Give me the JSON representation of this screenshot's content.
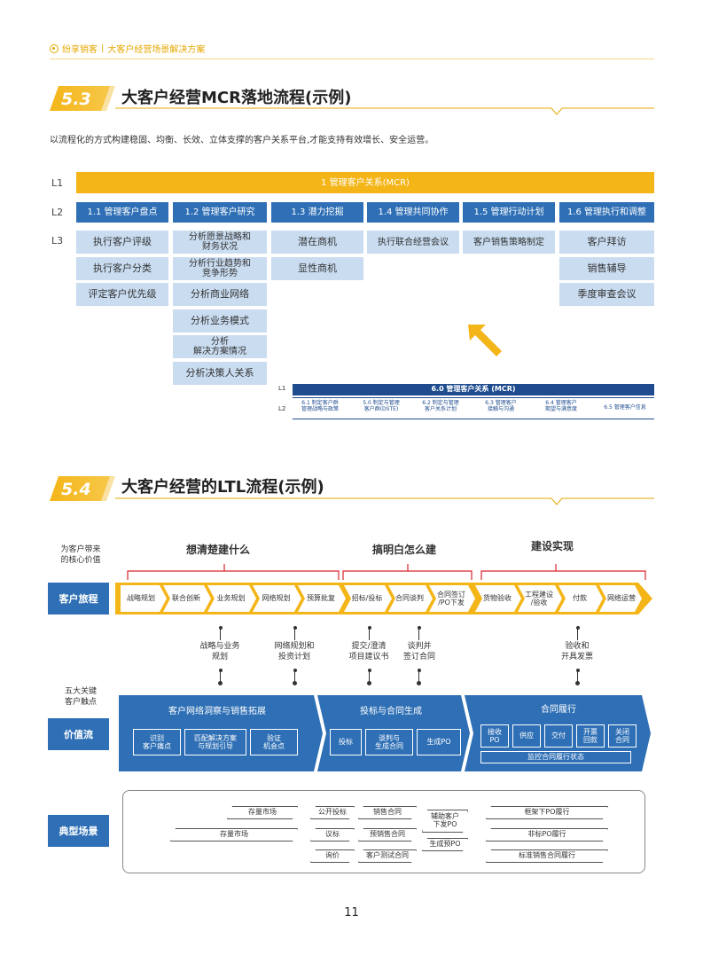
{
  "header": {
    "brand": "纷享销客",
    "sep": "|",
    "title": "大客户经营场景解决方案"
  },
  "s53": {
    "num": "5.3",
    "title": "大客户经营MCR落地流程(示例)",
    "intro": "以流程化的方式构建稳固、均衡、长效、立体支撑的客户关系平台,才能支持有效增长、安全运营。",
    "levels": {
      "l1": "L1",
      "l2": "L2",
      "l3": "L3"
    },
    "l1": "1 管理客户关系(MCR)",
    "l2": [
      "1.1 管理客户盘点",
      "1.2 管理客户研究",
      "1.3 潜力挖掘",
      "1.4 管理共同协作",
      "1.5 管理行动计划",
      "1.6 管理执行和调整"
    ],
    "l3": {
      "c1": [
        "执行客户评级",
        "执行客户分类",
        "评定客户优先级"
      ],
      "c2": [
        "分析愿景战略和财务状况",
        "分析行业趋势和竞争形势",
        "分析商业网络",
        "分析业务模式",
        "分析\n解决方案情况",
        "分析决策人关系"
      ],
      "c3": [
        "潜在商机",
        "显性商机"
      ],
      "c4": [
        "执行联合经营会议"
      ],
      "c5": [
        "客户销售策略制定"
      ],
      "c6": [
        "客户拜访",
        "销售辅导",
        "季度审查会议"
      ]
    },
    "mini": {
      "l1": "L1",
      "l2": "L2",
      "title": "6.0 管理客户关系 (MCR)",
      "items": [
        "6.1 制定客户群\n管理战略与政策",
        "5.0 制定与管理\n客户群(DSTE)",
        "6.2 制定与管理\n客户关系计划",
        "6.3 管理客户\n接触与沟通",
        "6.4 管理客户\n期望与满意度",
        "6.5 管理客户信息"
      ]
    }
  },
  "s54": {
    "num": "5.4",
    "title": "大客户经营的LTL流程(示例)",
    "core_label": "为客户带来\n的核心价值",
    "phases": [
      "想清楚建什么",
      "搞明白怎么建",
      "建设实现"
    ],
    "journey_label": "客户旅程",
    "journey": [
      "战略规划",
      "联合创新",
      "业务规划",
      "网络规划",
      "预算批复",
      "招标/投标",
      "合同谈判",
      "合同签订\n/PO下发",
      "货物验收",
      "工程建设\n/验收",
      "付款",
      "网络运营"
    ],
    "touch": [
      "战略与业务\n规划",
      "网络规划和\n投资计划",
      "提交/澄清\n项目建议书",
      "谈判并\n签订合同",
      "验收和\n开具发票"
    ],
    "touch_label": "五大关键\n客户触点",
    "value_label": "价值流",
    "vs": [
      {
        "title": "客户网络洞察与销售拓展",
        "items": [
          "识别\n客户痛点",
          "匹配解决方案\n与规划引导",
          "验证\n机会点"
        ]
      },
      {
        "title": "投标与合同生成",
        "items": [
          "投标",
          "谈判与\n生成合同",
          "生成PO"
        ]
      },
      {
        "title": "合同履行",
        "items": [
          "接收\nPO",
          "供应",
          "交付",
          "开票\n回款",
          "关闭\n合同"
        ],
        "bar": "监控合同履行状态"
      }
    ],
    "scene_label": "典型场景",
    "scenes": {
      "a": [
        "存量市场",
        "存量市场"
      ],
      "b": [
        "公开投标",
        "议标",
        "询价"
      ],
      "c": [
        "销售合同",
        "预销售合同",
        "客户测试合同"
      ],
      "d": [
        "辅助客户\n下发PO",
        "生成预PO"
      ],
      "e": [
        "框架下PO履行",
        "非标PO履行",
        "标准销售合同履行"
      ]
    }
  },
  "page": "11",
  "colors": {
    "yellow": "#f4b518",
    "blue": "#2e6fb5",
    "light": "#c9dcf0",
    "dark": "#1f4c8f",
    "red": "#d9262b"
  }
}
